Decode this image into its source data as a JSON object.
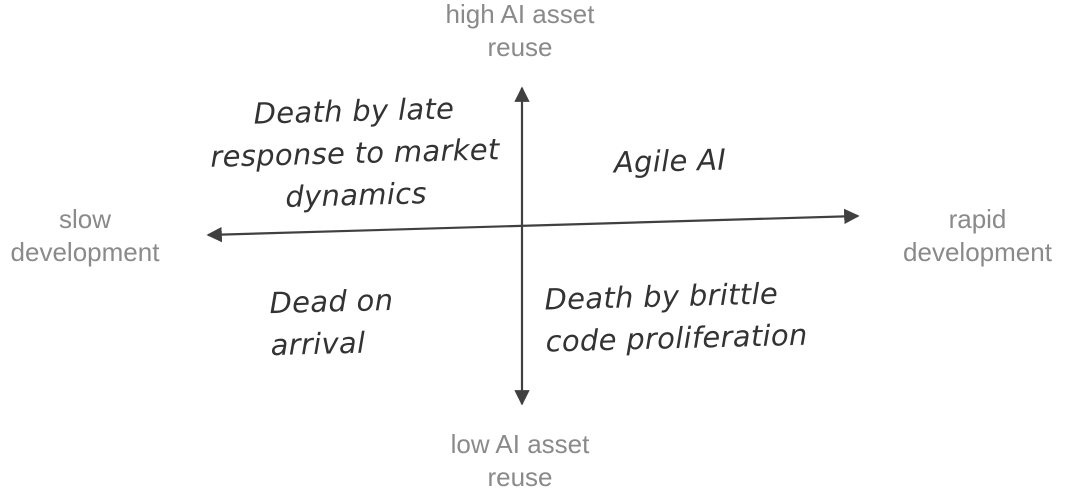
{
  "axes": {
    "top_label": "high AI asset\nreuse",
    "bottom_label": "low AI asset\nreuse",
    "left_label": "slow\ndevelopment",
    "right_label": "rapid\ndevelopment",
    "line_color": "#404040",
    "label_color": "#8a8a8a"
  },
  "quadrants": {
    "top_left": "Death by late\nresponse to market\ndynamics",
    "top_right": "Agile AI",
    "bottom_left": "Dead on\narrival",
    "bottom_right": "Death by brittle\ncode proliferation"
  }
}
